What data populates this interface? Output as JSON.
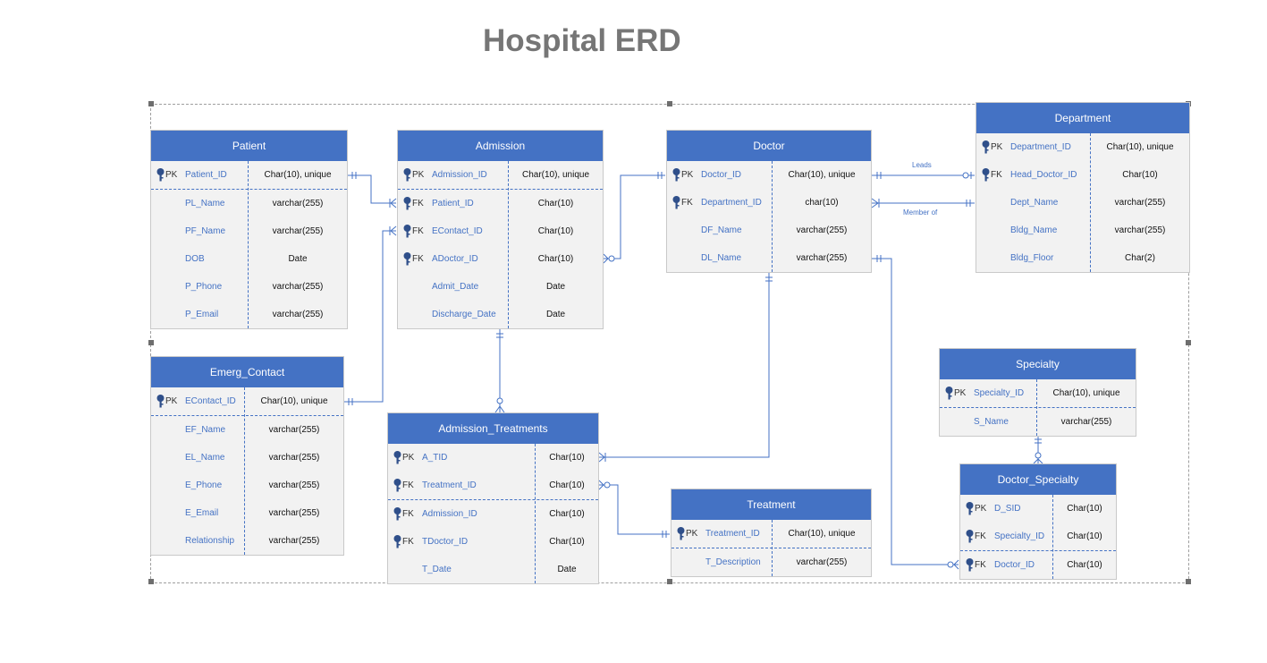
{
  "title": "Hospital ERD",
  "relationship_labels": {
    "leads": "Leads",
    "member_of": "Member of"
  },
  "entities": {
    "patient": {
      "name": "Patient",
      "rows": [
        {
          "key": "PK",
          "name": "Patient_ID",
          "type": "Char(10), unique"
        },
        {
          "key": "",
          "name": "PL_Name",
          "type": "varchar(255)"
        },
        {
          "key": "",
          "name": "PF_Name",
          "type": "varchar(255)"
        },
        {
          "key": "",
          "name": "DOB",
          "type": "Date"
        },
        {
          "key": "",
          "name": "P_Phone",
          "type": "varchar(255)"
        },
        {
          "key": "",
          "name": "P_Email",
          "type": "varchar(255)"
        }
      ]
    },
    "admission": {
      "name": "Admission",
      "rows": [
        {
          "key": "PK",
          "name": "Admission_ID",
          "type": "Char(10), unique"
        },
        {
          "key": "FK",
          "name": "Patient_ID",
          "type": "Char(10)"
        },
        {
          "key": "FK",
          "name": "EContact_ID",
          "type": "Char(10)"
        },
        {
          "key": "FK",
          "name": "ADoctor_ID",
          "type": "Char(10)"
        },
        {
          "key": "",
          "name": "Admit_Date",
          "type": "Date"
        },
        {
          "key": "",
          "name": "Discharge_Date",
          "type": "Date"
        }
      ]
    },
    "doctor": {
      "name": "Doctor",
      "rows": [
        {
          "key": "PK",
          "name": "Doctor_ID",
          "type": "Char(10), unique"
        },
        {
          "key": "FK",
          "name": "Department_ID",
          "type": "char(10)"
        },
        {
          "key": "",
          "name": "DF_Name",
          "type": "varchar(255)"
        },
        {
          "key": "",
          "name": "DL_Name",
          "type": "varchar(255)"
        }
      ]
    },
    "department": {
      "name": "Department",
      "rows": [
        {
          "key": "PK",
          "name": "Department_ID",
          "type": "Char(10), unique"
        },
        {
          "key": "FK",
          "name": "Head_Doctor_ID",
          "type": "Char(10)"
        },
        {
          "key": "",
          "name": "Dept_Name",
          "type": "varchar(255)"
        },
        {
          "key": "",
          "name": "Bldg_Name",
          "type": "varchar(255)"
        },
        {
          "key": "",
          "name": "Bldg_Floor",
          "type": "Char(2)"
        }
      ]
    },
    "emerg_contact": {
      "name": "Emerg_Contact",
      "rows": [
        {
          "key": "PK",
          "name": "EContact_ID",
          "type": "Char(10), unique"
        },
        {
          "key": "",
          "name": "EF_Name",
          "type": "varchar(255)"
        },
        {
          "key": "",
          "name": "EL_Name",
          "type": "varchar(255)"
        },
        {
          "key": "",
          "name": "E_Phone",
          "type": "varchar(255)"
        },
        {
          "key": "",
          "name": "E_Email",
          "type": "varchar(255)"
        },
        {
          "key": "",
          "name": "Relationship",
          "type": "varchar(255)"
        }
      ]
    },
    "admission_treatments": {
      "name": "Admission_Treatments",
      "rows": [
        {
          "key": "PK",
          "name": "A_TID",
          "type": "Char(10)"
        },
        {
          "key": "FK",
          "name": "Treatment_ID",
          "type": "Char(10)"
        },
        {
          "key": "FK",
          "name": "Admission_ID",
          "type": "Char(10)"
        },
        {
          "key": "FK",
          "name": "TDoctor_ID",
          "type": "Char(10)"
        },
        {
          "key": "",
          "name": "T_Date",
          "type": "Date"
        }
      ]
    },
    "treatment": {
      "name": "Treatment",
      "rows": [
        {
          "key": "PK",
          "name": "Treatment_ID",
          "type": "Char(10), unique"
        },
        {
          "key": "",
          "name": "T_Description",
          "type": "varchar(255)"
        }
      ]
    },
    "specialty": {
      "name": "Specialty",
      "rows": [
        {
          "key": "PK",
          "name": "Specialty_ID",
          "type": "Char(10), unique"
        },
        {
          "key": "",
          "name": "S_Name",
          "type": "varchar(255)"
        }
      ]
    },
    "doctor_specialty": {
      "name": "Doctor_Specialty",
      "rows": [
        {
          "key": "PK",
          "name": "D_SID",
          "type": "Char(10)"
        },
        {
          "key": "FK",
          "name": "Specialty_ID",
          "type": "Char(10)"
        },
        {
          "key": "FK",
          "name": "Doctor_ID",
          "type": "Char(10)"
        }
      ]
    }
  }
}
